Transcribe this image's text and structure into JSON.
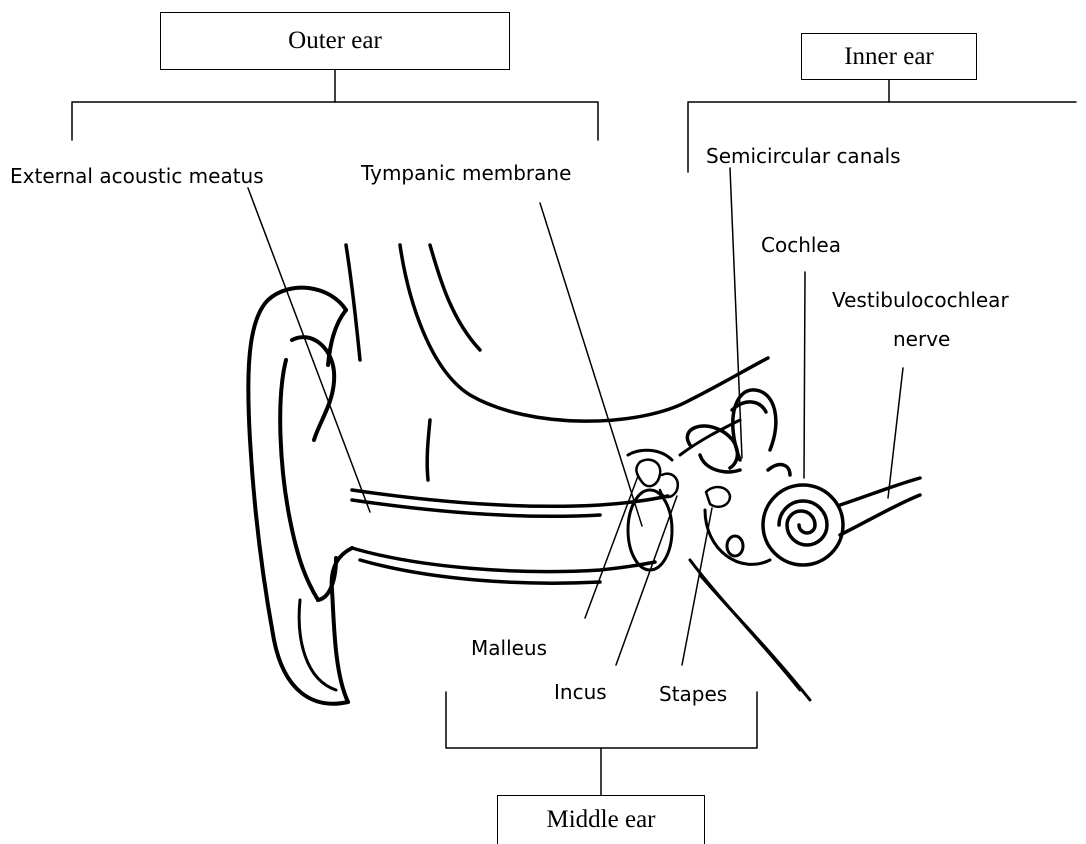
{
  "groups": {
    "outer": "Outer ear",
    "inner": "Inner ear",
    "middle": "Middle ear"
  },
  "labels": {
    "external_acoustic_meatus": "External acoustic meatus",
    "tympanic_membrane": "Tympanic membrane",
    "semicircular_canals": "Semicircular canals",
    "cochlea": "Cochlea",
    "vestibulocochlear_line1": "Vestibulocochlear",
    "vestibulocochlear_line2": "nerve",
    "malleus": "Malleus",
    "incus": "Incus",
    "stapes": "Stapes"
  }
}
